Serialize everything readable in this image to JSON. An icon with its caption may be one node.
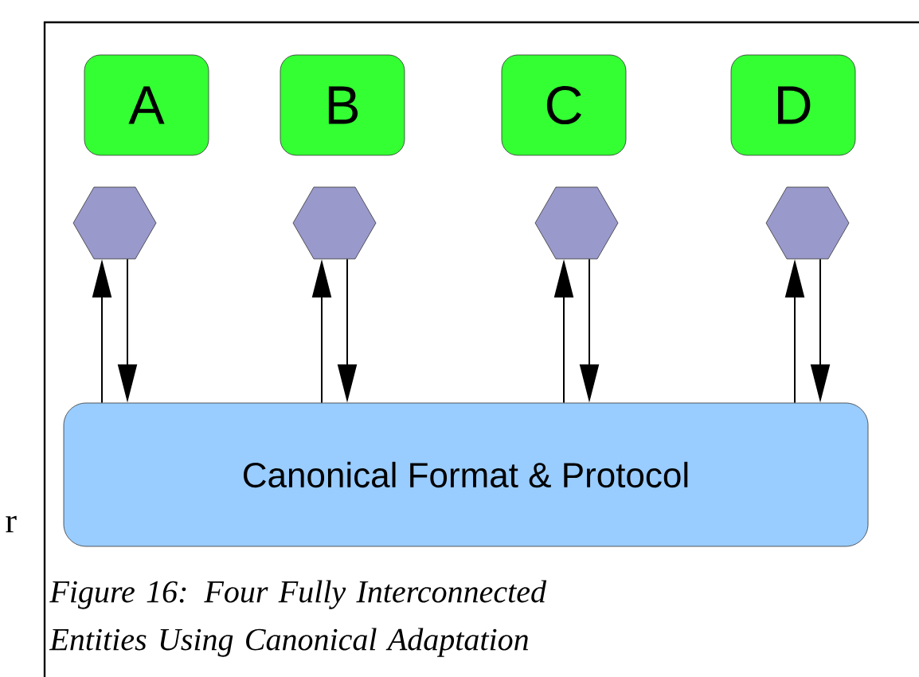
{
  "diagram": {
    "caption": "Figure 16: Four Fully Interconnected Entities Using Canonical Adaptation",
    "nodes": [
      {
        "text": [
          "A"
        ]
      },
      {
        "text": [
          "B"
        ]
      },
      {
        "text": [
          "C"
        ]
      },
      {
        "text": [
          "D"
        ]
      },
      {
        "text": [],
        "shape": "hexagon"
      },
      {
        "text": [],
        "shape": "hexagon"
      },
      {
        "text": [],
        "shape": "hexagon"
      },
      {
        "text": [],
        "shape": "hexagon"
      },
      {
        "text": [
          "Canonical Format & Protocol"
        ]
      }
    ],
    "edges": [
      {
        "from": 8,
        "to": 4,
        "arrow": "to"
      },
      {
        "from": 4,
        "to": 8,
        "arrow": "to"
      },
      {
        "from": 8,
        "to": 5,
        "arrow": "to"
      },
      {
        "from": 5,
        "to": 8,
        "arrow": "to"
      },
      {
        "from": 8,
        "to": 6,
        "arrow": "to"
      },
      {
        "from": 6,
        "to": 8,
        "arrow": "to"
      },
      {
        "from": 8,
        "to": 7,
        "arrow": "to"
      },
      {
        "from": 7,
        "to": 8,
        "arrow": "to"
      }
    ],
    "labels": [
      "r"
    ]
  }
}
